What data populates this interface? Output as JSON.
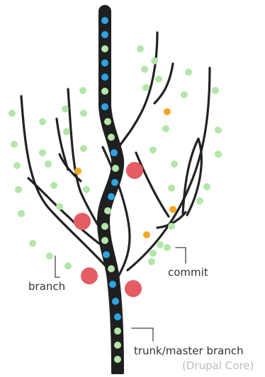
{
  "labels": {
    "branch": "branch",
    "commit": "commit",
    "trunk": "trunk/master branch",
    "core": "(Drupal Core)"
  },
  "colors": {
    "background": "#ffffff",
    "branch_line": "#222222",
    "trunk": "#1f1f1f",
    "commit_blue": "#2ea3e3",
    "commit_green": "#b3e6a8",
    "commit_orange": "#f5a623",
    "merge_red": "#e65c63",
    "label_text": "#333333",
    "label_muted": "#bbbbbb"
  }
}
